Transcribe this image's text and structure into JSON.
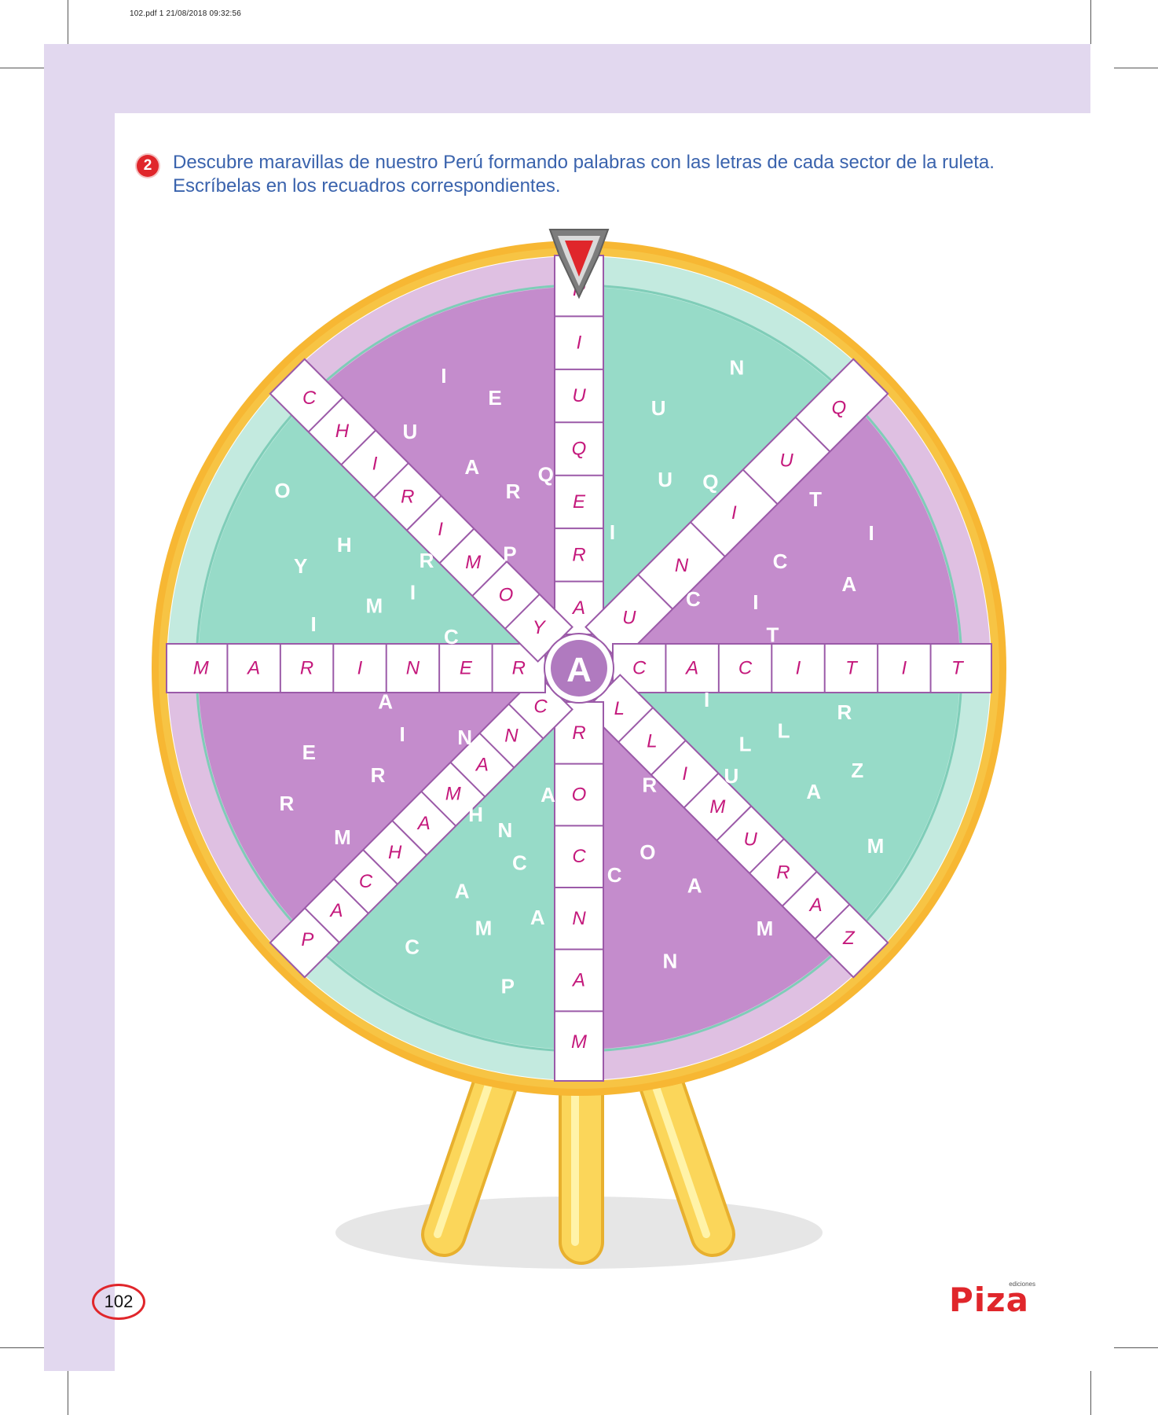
{
  "print_header": "102.pdf  1  21/08/2018  09:32:56",
  "exercise": {
    "number": "2",
    "text": "Descubre maravillas de nuestro Perú formando palabras con las letras de cada sector de la ruleta. Escríbelas en los recuadros correspondientes."
  },
  "wheel": {
    "center_letter": "A",
    "spokes": [
      {
        "id": "up",
        "letters": [
          "A",
          "R",
          "E",
          "Q",
          "U",
          "I",
          "P"
        ]
      },
      {
        "id": "up-right",
        "letters": [
          "U",
          "N",
          "I",
          "U",
          "Q"
        ]
      },
      {
        "id": "right",
        "letters": [
          "C",
          "A",
          "C",
          "I",
          "T",
          "I",
          "T"
        ]
      },
      {
        "id": "down-right",
        "letters": [
          "L",
          "L",
          "I",
          "M",
          "U",
          "R",
          "A",
          "Z"
        ]
      },
      {
        "id": "down",
        "letters": [
          "R",
          "O",
          "C",
          "N",
          "A",
          "M"
        ]
      },
      {
        "id": "down-left",
        "letters": [
          "C",
          "N",
          "A",
          "M",
          "A",
          "H",
          "C",
          "A",
          "P"
        ]
      },
      {
        "id": "left",
        "letters": [
          "R",
          "E",
          "N",
          "I",
          "R",
          "A",
          "M"
        ]
      },
      {
        "id": "up-left",
        "letters": [
          "Y",
          "O",
          "M",
          "I",
          "R",
          "I",
          "H",
          "C"
        ]
      }
    ],
    "sectors": [
      {
        "id": "top-left",
        "letters": [
          "P",
          "R",
          "Q",
          "A",
          "E",
          "U",
          "I"
        ]
      },
      {
        "id": "top-right",
        "letters": [
          "I",
          "U",
          "Q",
          "U",
          "N"
        ]
      },
      {
        "id": "right-upper",
        "letters": [
          "C",
          "I",
          "T",
          "C",
          "A",
          "T",
          "I"
        ]
      },
      {
        "id": "right-lower",
        "letters": [
          "I",
          "L",
          "U",
          "L",
          "A",
          "R",
          "Z",
          "M"
        ]
      },
      {
        "id": "bottom-right",
        "letters": [
          "R",
          "O",
          "C",
          "A",
          "N",
          "M"
        ]
      },
      {
        "id": "bottom-left",
        "letters": [
          "A",
          "N",
          "H",
          "C",
          "A",
          "A",
          "M",
          "C",
          "P"
        ]
      },
      {
        "id": "left-lower",
        "letters": [
          "N",
          "I",
          "A",
          "R",
          "E",
          "M",
          "R"
        ]
      },
      {
        "id": "left-upper",
        "letters": [
          "C",
          "I",
          "R",
          "M",
          "H",
          "I",
          "Y",
          "O"
        ]
      }
    ]
  },
  "page_number": "102",
  "logo": {
    "main": "Piza",
    "sub": "ediciones"
  },
  "colors": {
    "lavender": "#e2d8ef",
    "purple": "#c48ccc",
    "teal": "#97dbc8",
    "rim": "#f7c444",
    "spoke_text": "#c4197c",
    "instruction": "#3a63ad",
    "red": "#e0262b"
  }
}
